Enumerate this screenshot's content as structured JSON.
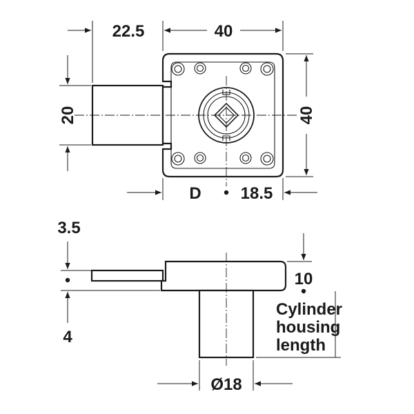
{
  "top_view": {
    "dim_bolt_offset": "22.5",
    "dim_width": "40",
    "dim_height": "40",
    "dim_bolt_height": "20",
    "dim_backset_label": "D",
    "dim_backset": "18.5"
  },
  "side_view": {
    "dim_bolt_thickness": "3.5",
    "dim_plate_thickness": "10",
    "dim_bolt_offset": "4",
    "dim_cylinder_diameter": "Ø18",
    "note_line1": "Cylinder",
    "note_line2": "housing",
    "note_line3": "length"
  }
}
